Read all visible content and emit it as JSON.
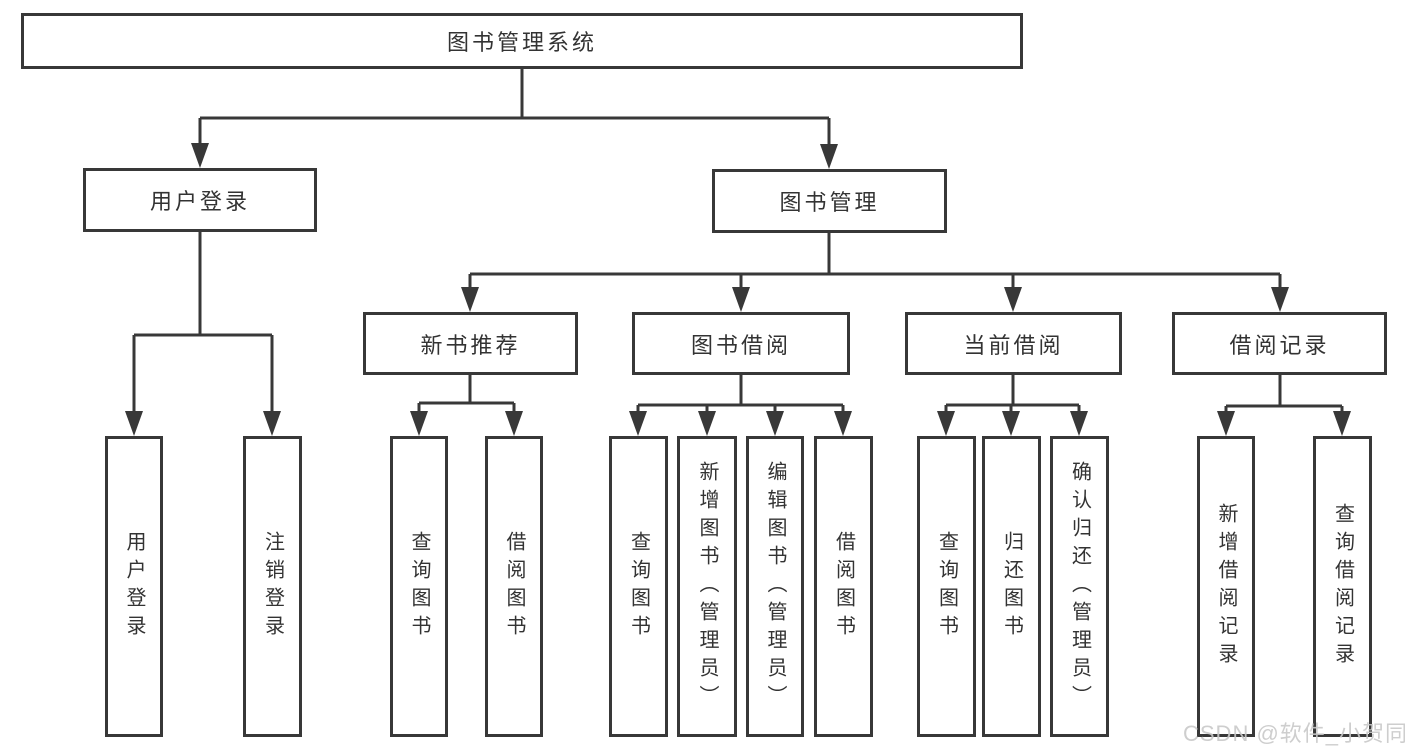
{
  "diagram": {
    "title": "图书管理系统",
    "level2": [
      {
        "label": "用户登录"
      },
      {
        "label": "图书管理"
      }
    ],
    "level3": [
      {
        "label": "新书推荐"
      },
      {
        "label": "图书借阅"
      },
      {
        "label": "当前借阅"
      },
      {
        "label": "借阅记录"
      }
    ],
    "leaves": {
      "user_login": [
        "用户登录",
        "注销登录"
      ],
      "new_book_rec": [
        "查询图书",
        "借阅图书"
      ],
      "book_borrow": [
        "查询图书",
        "新增图书（管理员）",
        "编辑图书（管理员）",
        "借阅图书"
      ],
      "current_borrow": [
        "查询图书",
        "归还图书",
        "确认归还（管理员）"
      ],
      "borrow_record": [
        "新增借阅记录",
        "查询借阅记录"
      ]
    }
  },
  "watermark": {
    "text": "CSDN @软件_小贺同学"
  },
  "colors": {
    "line": "#383838",
    "box_border": "#383838",
    "text": "#333333",
    "watermark": "#c9c9c9",
    "background": "#ffffff"
  }
}
